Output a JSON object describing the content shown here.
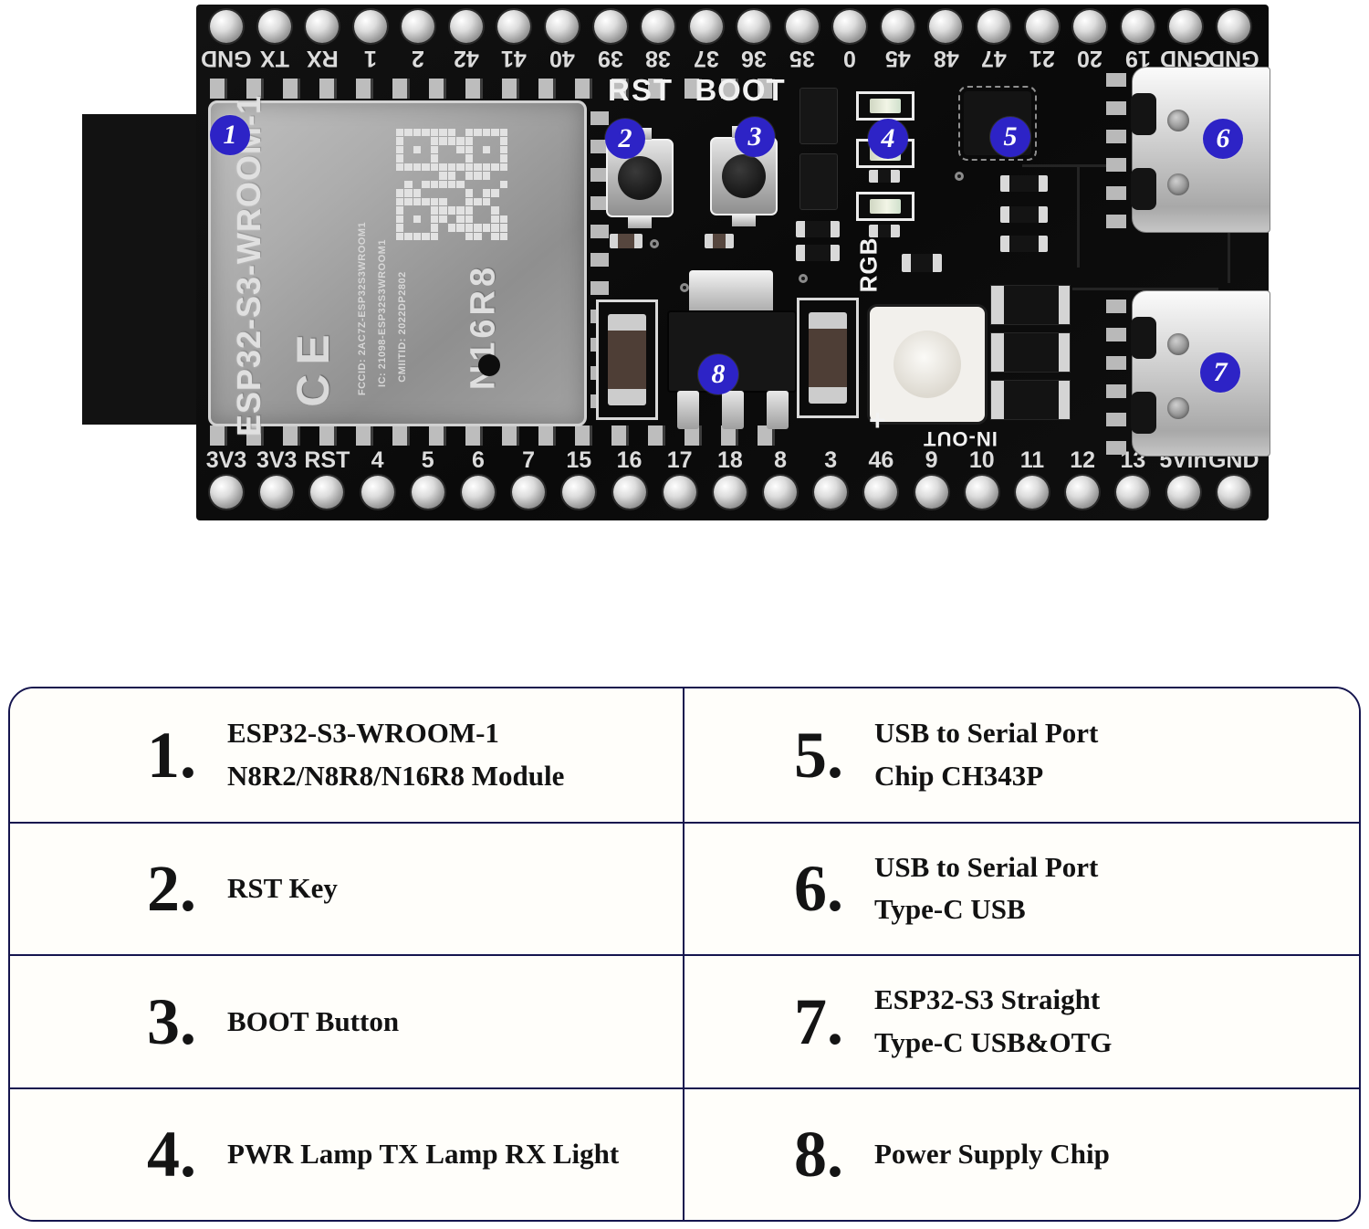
{
  "board": {
    "top_pins": [
      "GND",
      "TX",
      "RX",
      "1",
      "2",
      "42",
      "41",
      "40",
      "39",
      "38",
      "37",
      "36",
      "35",
      "0",
      "45",
      "48",
      "47",
      "21",
      "20",
      "19",
      "GND",
      "GND"
    ],
    "bottom_pins": [
      "3V3",
      "3V3",
      "RST",
      "4",
      "5",
      "6",
      "7",
      "15",
      "16",
      "17",
      "18",
      "8",
      "3",
      "46",
      "9",
      "10",
      "11",
      "12",
      "13",
      "5Vin",
      "GND"
    ],
    "module": {
      "title": "ESP32-S3-WROOM-1",
      "variant": "N16R8",
      "ce_mark": "CE",
      "fcc_line1": "FCCID: 2AC7Z-ESP32S3WROOM1",
      "fcc_line2": "IC: 21098-ESP32S3WROOM1",
      "fcc_line3": "CMIITID: 2022DP2802"
    },
    "labels": {
      "rst": "RST",
      "boot": "BOOT",
      "rgb": "RGB",
      "in_out": "IN-OUT",
      "plus": "+"
    },
    "callouts": [
      "1",
      "2",
      "3",
      "4",
      "5",
      "6",
      "7",
      "8"
    ]
  },
  "legend": {
    "items": [
      {
        "number": "1.",
        "lines": [
          "ESP32-S3-WROOM-1",
          "N8R2/N8R8/N16R8 Module"
        ]
      },
      {
        "number": "2.",
        "lines": [
          "RST Key"
        ]
      },
      {
        "number": "3.",
        "lines": [
          "BOOT Button"
        ]
      },
      {
        "number": "4.",
        "lines": [
          "PWR Lamp TX Lamp RX Light"
        ]
      },
      {
        "number": "5.",
        "lines": [
          "USB to Serial Port",
          "Chip CH343P"
        ]
      },
      {
        "number": "6.",
        "lines": [
          "USB to Serial Port",
          "Type-C USB"
        ]
      },
      {
        "number": "7.",
        "lines": [
          "ESP32-S3 Straight",
          "Type-C USB&OTG"
        ]
      },
      {
        "number": "8.",
        "lines": [
          "Power Supply Chip"
        ]
      }
    ]
  },
  "colors": {
    "badge_blue": "#2d23c6",
    "table_border": "#15154e",
    "pcb_black": "#0b0b0b",
    "module_silver": "#a9a9a9",
    "rgb_led_white": "#f2f0ec"
  }
}
